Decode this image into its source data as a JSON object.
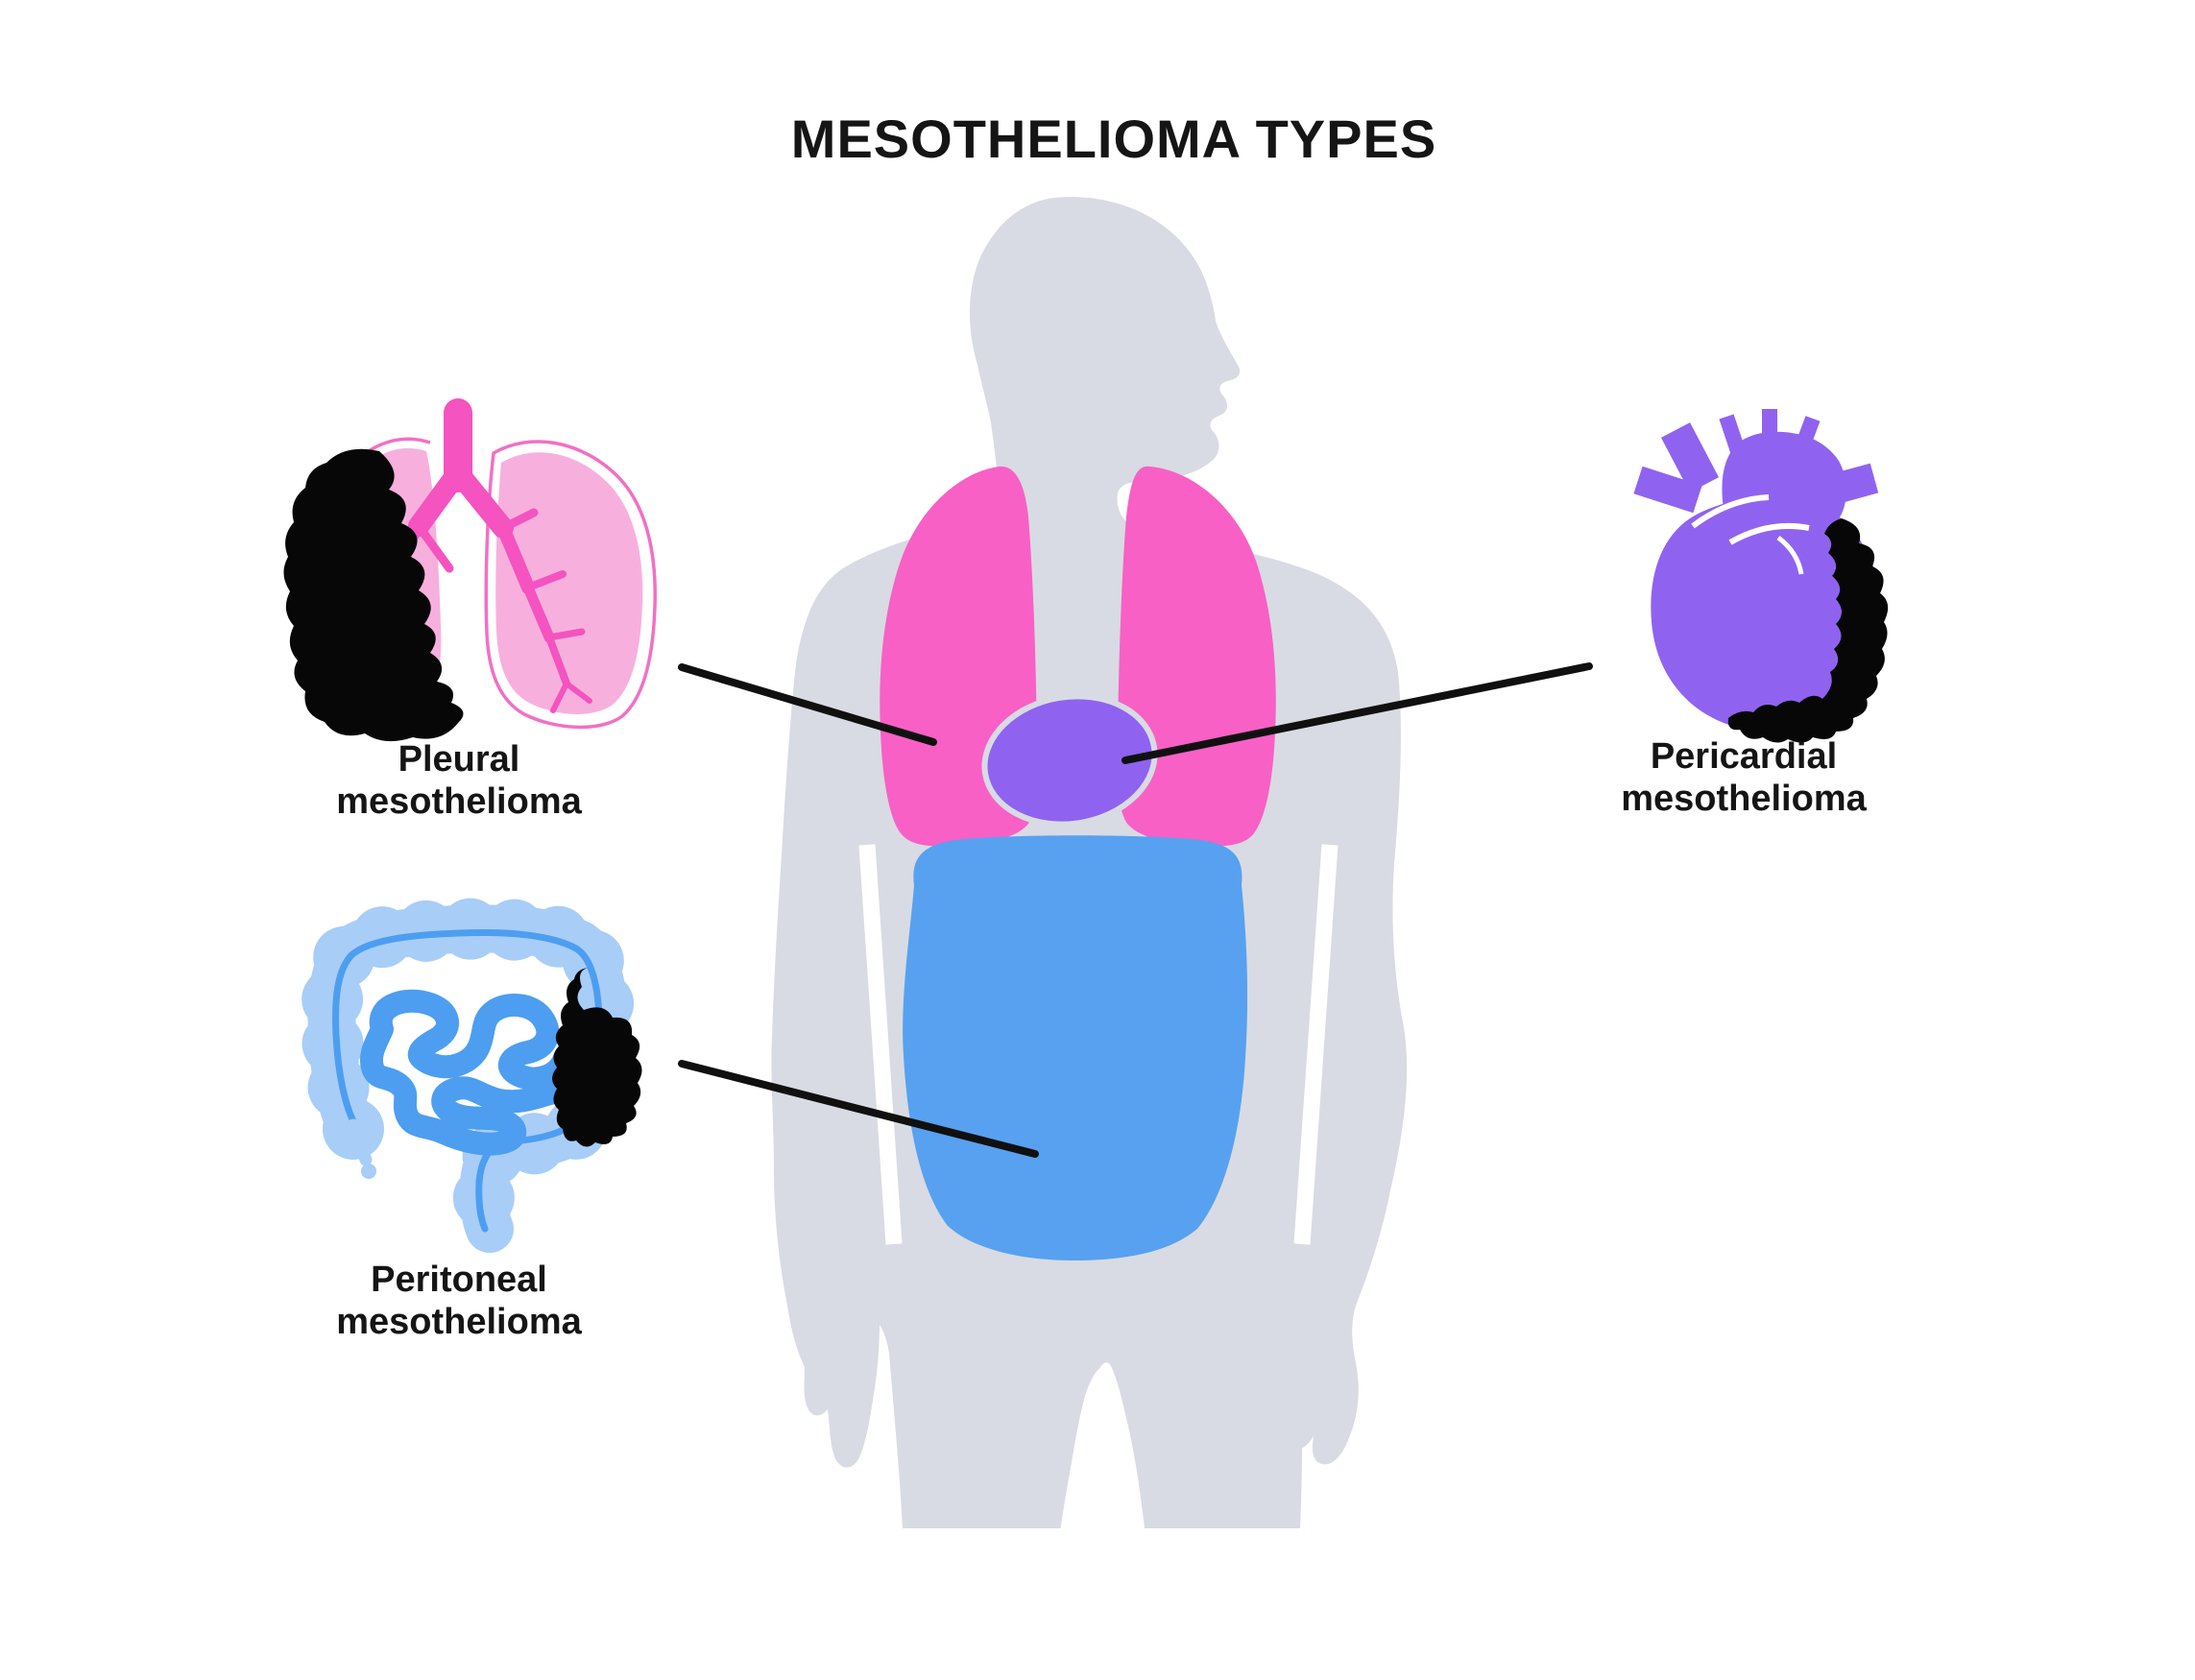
{
  "title": "MESOTHELIOMA TYPES",
  "callouts": {
    "pleural": {
      "line1": "Pleural",
      "line2": "mesothelioma"
    },
    "pericardial": {
      "line1": "Pericardial",
      "line2": "mesothelioma"
    },
    "peritoneal": {
      "line1": "Peritoneal",
      "line2": "mesothelioma"
    }
  },
  "figures": {
    "body": "human-body-silhouette",
    "lungs_inset": "lungs-with-tumor-icon",
    "heart_inset": "heart-with-tumor-icon",
    "intestines_inset": "intestines-with-tumor-icon",
    "body_lungs": "pleura-highlight",
    "body_heart": "pericardium-highlight",
    "body_abdomen": "peritoneum-highlight"
  },
  "colors": {
    "bg": "#FFFFFF",
    "body": "#D8DBE3",
    "lung": "#F860C6",
    "heart": "#8F62F0",
    "abdomen": "#57A1F0",
    "lungFill": "#F7B0DD",
    "lungOutline": "#F170C5",
    "bronchi": "#F453C0",
    "colon": "#A8CDF7",
    "intestine": "#4D9EF0",
    "heartIllus": "#8F63F0",
    "tumor": "#070707",
    "line": "#101010",
    "text": "#151515"
  }
}
